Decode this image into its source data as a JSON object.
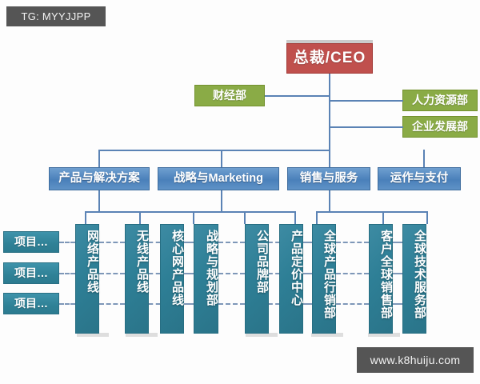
{
  "watermarks": {
    "tag": "TG: MYYJJPP",
    "site": "www.k8huiju.com"
  },
  "chart_title": "",
  "nodes": {
    "ceo": {
      "label": "总裁/CEO",
      "color": "#c0504d",
      "level": 0
    },
    "finance": {
      "label": "财经部",
      "color": "#8aab46",
      "level": 1
    },
    "hr": {
      "label": "人力资源部",
      "color": "#8aab46",
      "level": 1
    },
    "corpdev": {
      "label": "企业发展部",
      "color": "#8aab46",
      "level": 1
    }
  },
  "divisions": [
    {
      "label": "产品与解决方案",
      "color": "#4a80ba"
    },
    {
      "label": "战略与Marketing",
      "color": "#4a80ba"
    },
    {
      "label": "销售与服务",
      "color": "#4a80ba"
    },
    {
      "label": "运作与支付",
      "color": "#4a80ba"
    }
  ],
  "departments": [
    {
      "label": "网络产品线",
      "parent": "产品与解决方案",
      "color": "#2e7f96"
    },
    {
      "label": "无线产品线",
      "parent": "产品与解决方案",
      "color": "#2e7f96"
    },
    {
      "label": "核心网产品线",
      "parent": "产品与解决方案",
      "color": "#2e7f96"
    },
    {
      "label": "战略与规划部",
      "parent": "战略与Marketing",
      "color": "#2e7f96"
    },
    {
      "label": "公司品牌部",
      "parent": "战略与Marketing",
      "color": "#2e7f96"
    },
    {
      "label": "产品定价中心",
      "parent": "战略与Marketing",
      "color": "#2e7f96"
    },
    {
      "label": "全球产品行销部",
      "parent": "销售与服务",
      "color": "#2e7f96"
    },
    {
      "label": "客户全球销售部",
      "parent": "销售与服务",
      "color": "#2e7f96"
    },
    {
      "label": "全球技术服务部",
      "parent": "销售与服务",
      "color": "#2e7f96"
    }
  ],
  "projects": [
    {
      "label": "项目…",
      "color": "#2f8196"
    },
    {
      "label": "项目…",
      "color": "#2f8196"
    },
    {
      "label": "项目…",
      "color": "#2f8196"
    }
  ],
  "colors": {
    "ceo_red": "#c0504d",
    "staff_green": "#8aab46",
    "division_blue": "#4a80ba",
    "department_teal": "#2e7f96",
    "connector": "#5b83b5",
    "dashed_connector": "#7e97b8",
    "background": "#fdfdfd",
    "watermark_bg": "#555555"
  }
}
